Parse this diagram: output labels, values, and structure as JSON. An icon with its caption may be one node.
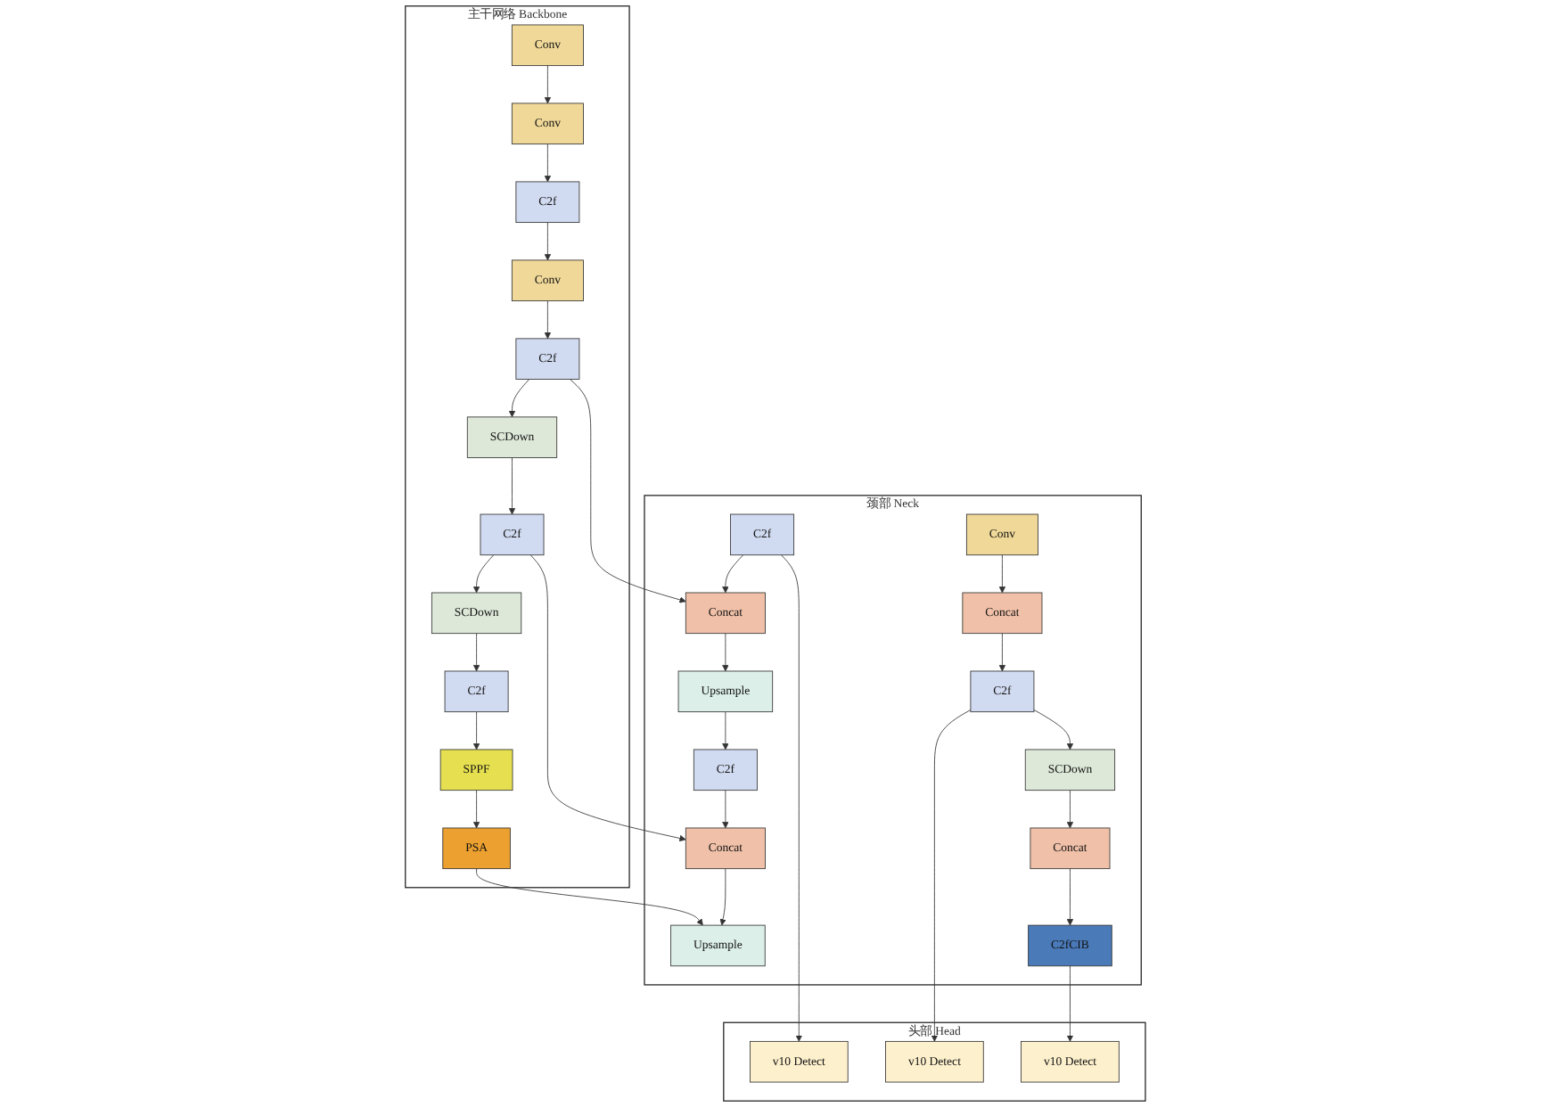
{
  "diagram": {
    "nodes": [
      {
        "text": [
          "主干网络 Backbone"
        ]
      },
      {
        "text": [
          "Conv"
        ],
        "in": 0
      },
      {
        "text": [
          "Conv"
        ],
        "in": 0
      },
      {
        "text": [
          "C2f"
        ],
        "in": 0
      },
      {
        "text": [
          "Conv"
        ],
        "in": 0
      },
      {
        "text": [
          "C2f"
        ],
        "in": 0
      },
      {
        "text": [
          "SCDown"
        ],
        "in": 0
      },
      {
        "text": [
          "C2f"
        ],
        "in": 0
      },
      {
        "text": [
          "SCDown"
        ],
        "in": 0
      },
      {
        "text": [
          "C2f"
        ],
        "in": 0
      },
      {
        "text": [
          "SPPF"
        ],
        "in": 0
      },
      {
        "text": [
          "PSA"
        ],
        "in": 0
      },
      {
        "text": [
          "颈部 Neck"
        ]
      },
      {
        "text": [
          "C2f"
        ],
        "in": 12
      },
      {
        "text": [
          "Concat"
        ],
        "in": 12
      },
      {
        "text": [
          "Upsample"
        ],
        "in": 12
      },
      {
        "text": [
          "C2f"
        ],
        "in": 12
      },
      {
        "text": [
          "Concat"
        ],
        "in": 12
      },
      {
        "text": [
          "Upsample"
        ],
        "in": 12
      },
      {
        "text": [
          "Conv"
        ],
        "in": 12
      },
      {
        "text": [
          "Concat"
        ],
        "in": 12
      },
      {
        "text": [
          "C2f"
        ],
        "in": 12
      },
      {
        "text": [
          "SCDown"
        ],
        "in": 12
      },
      {
        "text": [
          "Concat"
        ],
        "in": 12
      },
      {
        "text": [
          "C2fCIB"
        ],
        "in": 12
      },
      {
        "text": [
          "头部 Head"
        ]
      },
      {
        "text": [
          "v10 Detect"
        ],
        "in": 25
      },
      {
        "text": [
          "v10 Detect"
        ],
        "in": 25
      },
      {
        "text": [
          "v10 Detect"
        ],
        "in": 25
      }
    ],
    "edges": [
      {
        "from": 1,
        "to": 2,
        "arrow": "to"
      },
      {
        "from": 2,
        "to": 3,
        "arrow": "to"
      },
      {
        "from": 3,
        "to": 4,
        "arrow": "to"
      },
      {
        "from": 4,
        "to": 5,
        "arrow": "to"
      },
      {
        "from": 5,
        "to": 6,
        "arrow": "to"
      },
      {
        "from": 6,
        "to": 7,
        "arrow": "to"
      },
      {
        "from": 7,
        "to": 8,
        "arrow": "to"
      },
      {
        "from": 8,
        "to": 9,
        "arrow": "to"
      },
      {
        "from": 9,
        "to": 10,
        "arrow": "to"
      },
      {
        "from": 10,
        "to": 11,
        "arrow": "to"
      },
      {
        "from": 5,
        "to": 14,
        "arrow": "to"
      },
      {
        "from": 7,
        "to": 17,
        "arrow": "to"
      },
      {
        "from": 11,
        "to": 18,
        "arrow": "to"
      },
      {
        "from": 13,
        "to": 14,
        "arrow": "to"
      },
      {
        "from": 14,
        "to": 15,
        "arrow": "to"
      },
      {
        "from": 15,
        "to": 16,
        "arrow": "to"
      },
      {
        "from": 16,
        "to": 17,
        "arrow": "to"
      },
      {
        "from": 17,
        "to": 18,
        "arrow": "to"
      },
      {
        "from": 19,
        "to": 20,
        "arrow": "to"
      },
      {
        "from": 20,
        "to": 21,
        "arrow": "to"
      },
      {
        "from": 21,
        "to": 22,
        "arrow": "to"
      },
      {
        "from": 22,
        "to": 23,
        "arrow": "to"
      },
      {
        "from": 23,
        "to": 24,
        "arrow": "to"
      },
      {
        "from": 13,
        "to": 26,
        "arrow": "to"
      },
      {
        "from": 21,
        "to": 27,
        "arrow": "to"
      },
      {
        "from": 24,
        "to": 28,
        "arrow": "to"
      }
    ]
  }
}
